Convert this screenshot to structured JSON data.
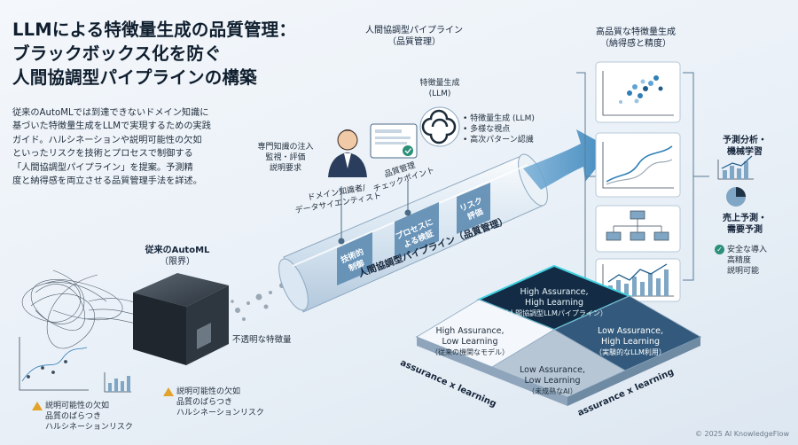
{
  "title": {
    "line1": "LLMによる特徴量生成の品質管理：",
    "line2": "ブラックボックス化を防ぐ",
    "line3": "人間協調型パイプラインの構築"
  },
  "description": {
    "lines": [
      "従来のAutoMLでは到達できないドメイン知識に",
      "基づいた特徴量生成をLLMで実現するための実践",
      "ガイド。ハルシネーションや説明可能性の欠如",
      "といったリスクを技術とプロセスで制御する",
      "「人間協調型パイプライン」を提案。予測精",
      "度と納得感を両立させる品質管理手法を詳述。"
    ]
  },
  "pipeline_header": {
    "line1": "人間協調型パイプライン",
    "line2": "（品質管理）"
  },
  "llm_feature": {
    "label1": "特徴量生成",
    "label2": "(LLM)",
    "bullets": [
      "• 特徴量生成 (LLM)",
      "• 多様な視点",
      "• 高次パターン認識"
    ]
  },
  "expert": {
    "input_lines": [
      "専門知識の注入",
      "監視・評価",
      "説明要求"
    ],
    "name_lines": [
      "ドメイン知識者/",
      "データサイエンティスト"
    ]
  },
  "qc_checkpoint": {
    "line1": "品質管理",
    "line2": "チェックポイント"
  },
  "output_header": {
    "line1": "高品質な特徴量生成",
    "line2": "（納得感と精度）"
  },
  "right_side": {
    "analysis_line1": "予測分析・",
    "analysis_line2": "機械学習",
    "forecast_line1": "売上予測・",
    "forecast_line2": "需要予測",
    "benefits": [
      "安全な導入",
      "高精度",
      "説明可能"
    ]
  },
  "automl": {
    "title1": "従来のAutoML",
    "title2": "（限界）",
    "opaque_label": "不透明な特徴量",
    "risks_left": [
      "説明可能性の欠如",
      "品質のばらつき",
      "ハルシネーションリスク"
    ],
    "risks_mid": [
      "説明可能性の欠如",
      "品質のばらつき",
      "ハルシネーションリスク"
    ]
  },
  "tube_steps": [
    "技術的\n制御",
    "プロセスに\nよる検証",
    "リスク\n評価"
  ],
  "tube_label": "人間協調型パイプライン（品質管理）",
  "matrix": {
    "top": {
      "line1": "High Assurance,",
      "line2": "High Learning",
      "line3": "（人間協調型LLMパイプライン）"
    },
    "left": {
      "line1": "High Assurance,",
      "line2": "Low Learning",
      "line3": "（従来の機関なモデル）"
    },
    "right": {
      "line1": "Low Assurance,",
      "line2": "High Learning",
      "line3": "（実験的なLLM利用）"
    },
    "bottom": {
      "line1": "Low Assurance,",
      "line2": "Low Learning",
      "line3": "（未成熟なAI）"
    },
    "axis_left": "assurance x learning",
    "axis_right": "assurance x learning"
  },
  "colors": {
    "accent": "#2f7fb8",
    "dark": "#1e3346",
    "warn": "#e3a32a",
    "teal": "#2b8f7a",
    "highlight": "#3fd0e0"
  },
  "chart_data": {
    "type": "table",
    "title": "",
    "rows": [
      {
        "assurance": "High Assurance",
        "learning": "High Learning",
        "label": "（人間協調型LLMパイプライン）"
      },
      {
        "assurance": "High Assurance",
        "learning": "Low Learning",
        "label": "（従来の機関なモデル）"
      },
      {
        "assurance": "Low Assurance",
        "learning": "High Learning",
        "label": "（実験的なLLM利用）"
      },
      {
        "assurance": "Low Assurance",
        "learning": "Low Learning",
        "label": "（未成熟なAI）"
      }
    ]
  },
  "copyright": "© 2025 AI KnowledgeFlow"
}
